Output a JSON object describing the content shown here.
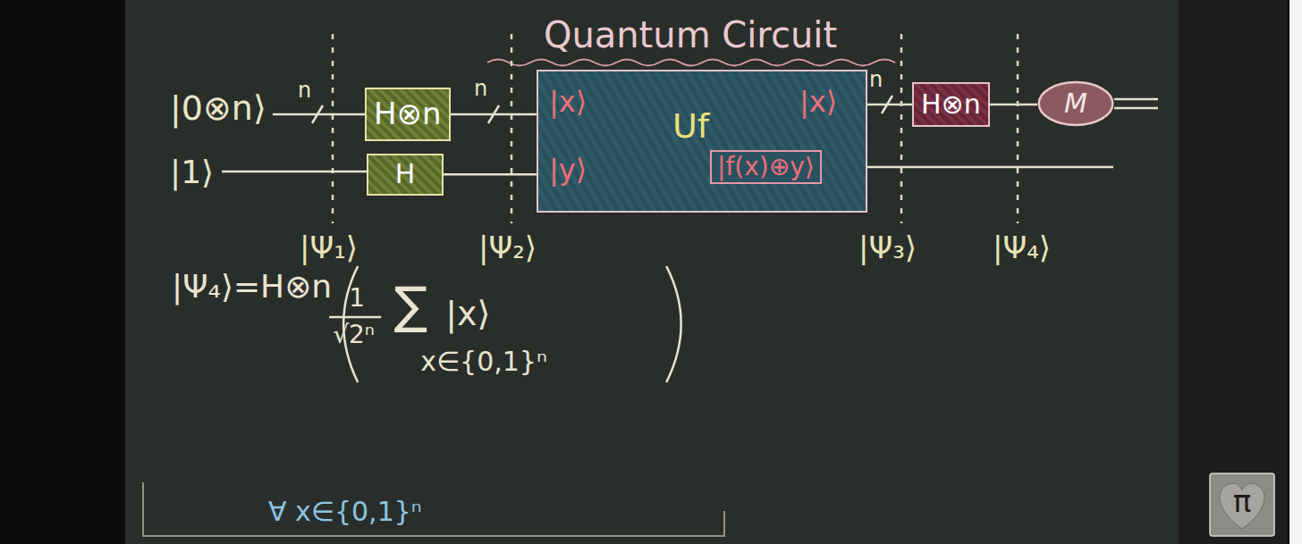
{
  "diagram": {
    "title": "Quantum Circuit",
    "nodes": [
      {
        "text": [
          "H⊗n"
        ]
      },
      {
        "text": [
          "H"
        ]
      },
      {
        "text": [
          "Uf",
          "|x⟩",
          "|y⟩",
          "|x⟩"
        ]
      },
      {
        "text": [
          "|f(x)⊕y⟩"
        ],
        "in": 2
      },
      {
        "text": [
          "H⊗n"
        ]
      },
      {
        "text": [
          "M"
        ]
      }
    ],
    "edges": [
      {
        "from": 0,
        "to": 2,
        "arrow": "none"
      },
      {
        "from": 1,
        "to": 2,
        "arrow": "none"
      },
      {
        "from": 2,
        "to": 4,
        "arrow": "none"
      },
      {
        "from": 4,
        "to": 5,
        "arrow": "none"
      }
    ],
    "labels": [
      "|0⊗n⟩",
      "|1⟩",
      "n",
      "n",
      "n",
      "|Ψ₁⟩",
      "|Ψ₂⟩",
      "|Ψ₃⟩",
      "|Ψ₄⟩",
      "|Ψ₄⟩=H⊗n",
      "1",
      "√2ⁿ",
      "∑",
      "|x⟩",
      "x∈{0,1}ⁿ",
      "∀ x∈{0,1}ⁿ",
      "π"
    ]
  }
}
